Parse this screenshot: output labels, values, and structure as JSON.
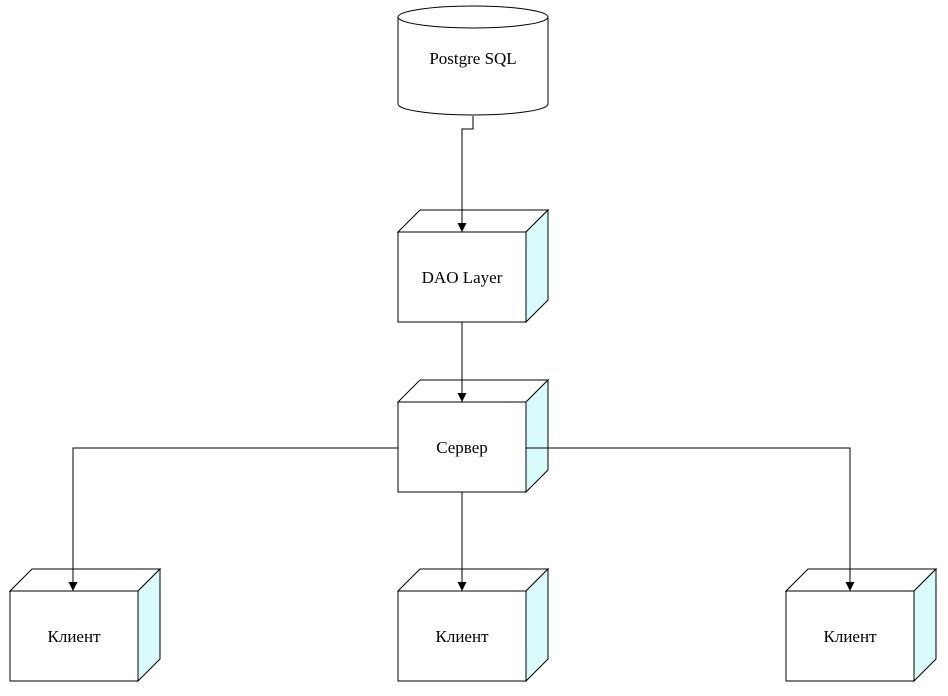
{
  "diagram": {
    "database": {
      "label": "Postgre SQL"
    },
    "dao": {
      "label": "DAO Layer"
    },
    "server": {
      "label": "Сервер"
    },
    "clients": [
      {
        "label": "Клиент"
      },
      {
        "label": "Клиент"
      },
      {
        "label": "Клиент"
      }
    ]
  },
  "colors": {
    "stroke": "#000000",
    "cube_front": "#ffffff",
    "cube_side": "#d9fbfc",
    "background": "#ffffff"
  }
}
